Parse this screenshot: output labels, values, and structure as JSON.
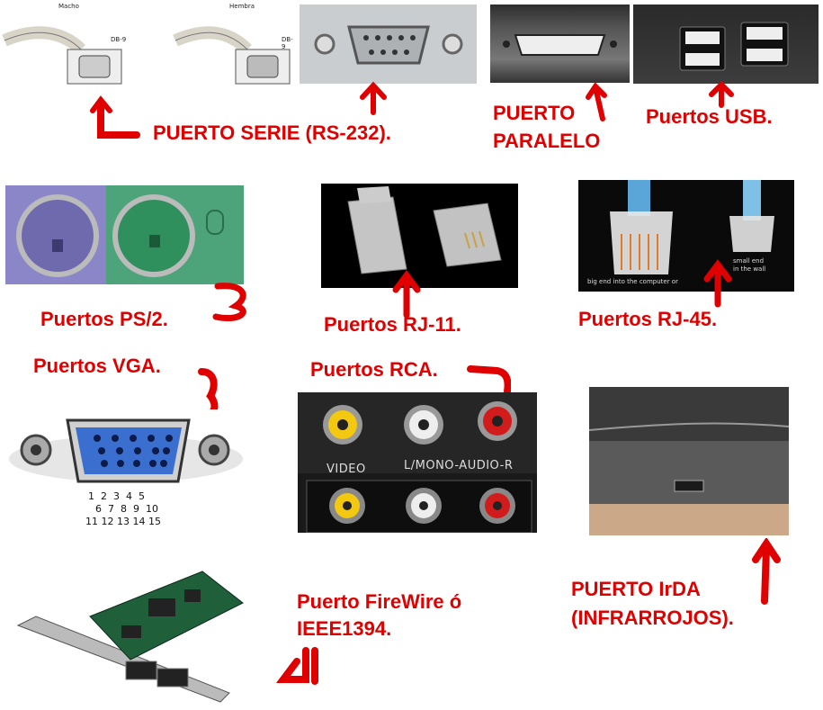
{
  "labels": {
    "serial": "PUERTO SERIE (RS-232).",
    "parallel_1": "PUERTO",
    "parallel_2": "PARALELO",
    "usb": "Puertos USB.",
    "ps2": "Puertos PS/2.",
    "rj11": "Puertos RJ-11.",
    "rj45": "Puertos RJ-45.",
    "vga": "Puertos VGA.",
    "rca": "Puertos RCA.",
    "firewire_1": "Puerto FireWire ó",
    "firewire_2": "IEEE1394.",
    "irda_1": "PUERTO IrDA",
    "irda_2": "(INFRARROJOS)."
  },
  "serial_panel": {
    "male_tag": "Macho",
    "female_tag": "Hembra",
    "db9_a": "DB-9",
    "db9_b": "DB-9"
  },
  "vga_panel": {
    "pins_row1": "1  2  3  4  5",
    "pins_row2": "6  7  8  9  10",
    "pins_row3": "11 12 13 14 15"
  },
  "rj45_panel": {
    "big_end": "big end into the computer or",
    "small_end_1": "small end",
    "small_end_2": "in the wall"
  },
  "rca_panel": {
    "video": "VIDEO",
    "audio": "L/MONO-AUDIO-R"
  },
  "colors": {
    "label_red": "#e00000",
    "ps2_purple": "#8a86c8",
    "ps2_green": "#3fa371",
    "vga_blue": "#3a6fd0",
    "rca_yellow": "#f2c811",
    "rca_white": "#eeeeee",
    "rca_red": "#d21c1c"
  }
}
